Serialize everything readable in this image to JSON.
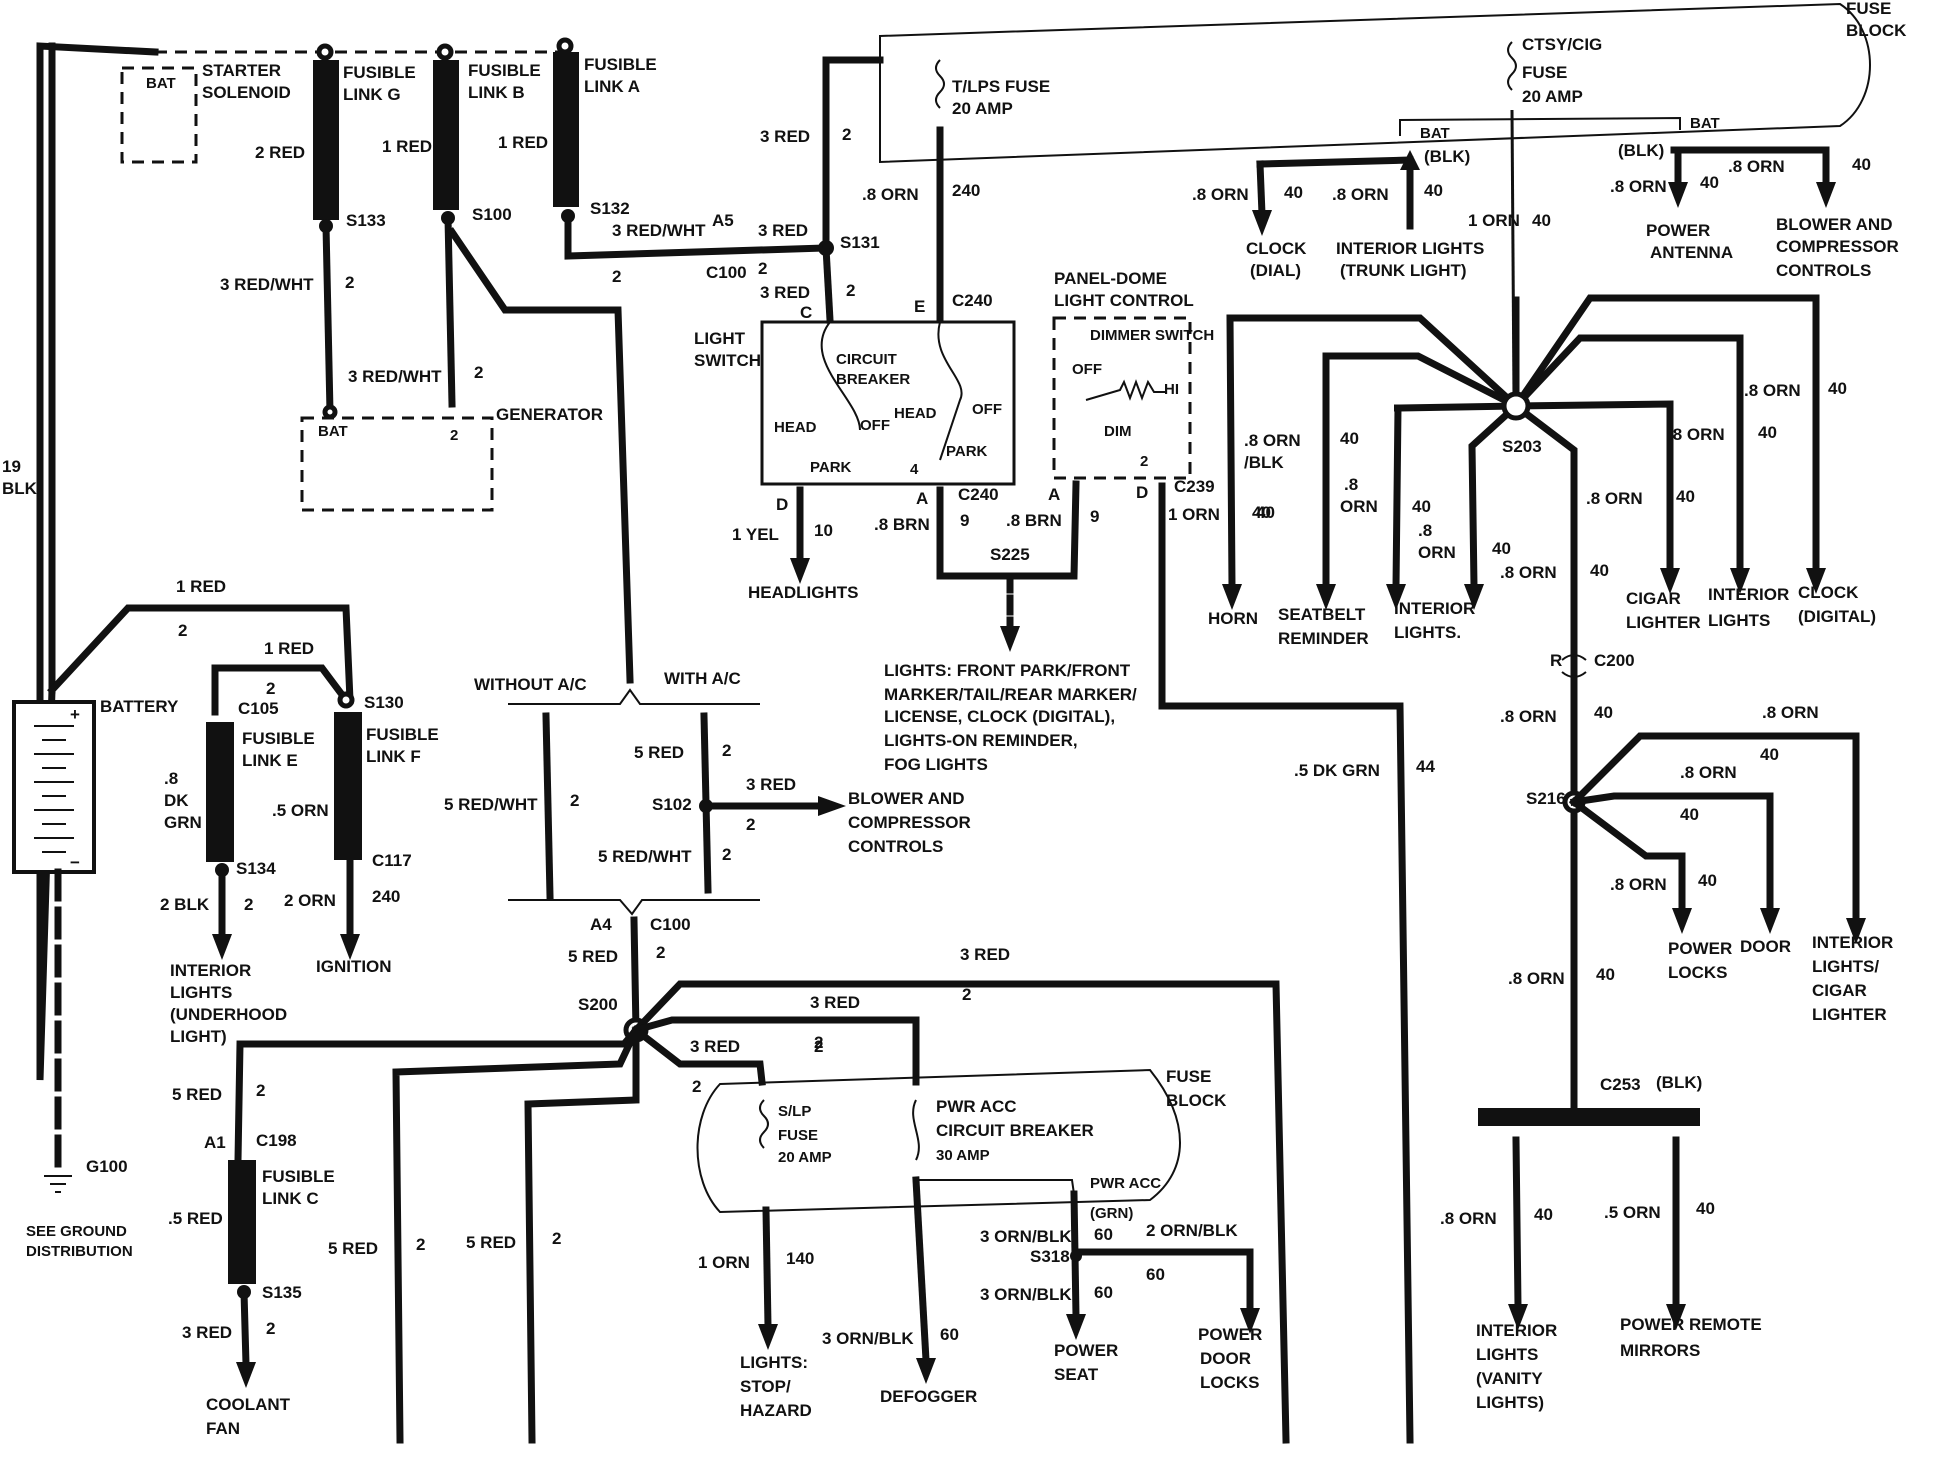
{
  "starter": {
    "bat": "BAT",
    "name1": "STARTER",
    "name2": "SOLENOID"
  },
  "fusible_links": {
    "g1": "FUSIBLE",
    "g2": "LINK G",
    "b1": "FUSIBLE",
    "b2": "LINK B",
    "a1": "FUSIBLE",
    "a2": "LINK A",
    "e1": "FUSIBLE",
    "e2": "LINK E",
    "f1": "FUSIBLE",
    "f2": "LINK F",
    "c1": "FUSIBLE",
    "c2": "LINK C"
  },
  "labels": {
    "red2": "2 RED",
    "red1a": "1 RED",
    "red1b": "1 RED",
    "s133": "S133",
    "s100": "S100",
    "s132": "S132",
    "s131": "S131",
    "redwht3a": "3 RED/WHT",
    "two_a": "2",
    "redwht3b": "3 RED/WHT",
    "two_b": "2",
    "redwht3c": "3 RED/WHT",
    "a5": "A5",
    "red3a": "3 RED",
    "c100a": "C100",
    "two_c": "2",
    "two_d": "2",
    "red3b": "3 RED",
    "two_e": "2",
    "gen_bat": "BAT",
    "gen_2": "2",
    "generator": "GENERATOR",
    "blk19a": "19",
    "blk19b": "BLK",
    "red1c": "1 RED",
    "two_f": "2",
    "red1d": "1 RED",
    "two_g": "2",
    "battery": "BATTERY",
    "c105": "C105",
    "s130": "S130",
    "dkgrn1": ".8",
    "dkgrn2": "DK",
    "dkgrn3": "GRN",
    "orn5": ".5 ORN",
    "s134": "S134",
    "c117": "C117",
    "two_h": "240",
    "blk2": "2 BLK",
    "two_i": "2",
    "orn2": "2 ORN",
    "n240a": "240",
    "int1": "INTERIOR",
    "int2": "LIGHTS",
    "int3": "(UNDERHOOD",
    "int4": "LIGHT)",
    "ignition": "IGNITION",
    "g100": "G100",
    "seeground1": "SEE GROUND",
    "seeground2": "DISTRIBUTION",
    "red3c": "3 RED",
    "two_j": "2",
    "orn8a": ".8 ORN",
    "n240b": "240",
    "tlps1": "T/LPS FUSE",
    "tlps2": "20 AMP",
    "ctsy1": "CTSY/CIG",
    "ctsy2": "FUSE",
    "ctsy3": "20 AMP",
    "fb1": "FUSE",
    "fb2": "BLOCK",
    "bat_a": "BAT",
    "bat_b": "BAT",
    "blk_a": "(BLK)",
    "blk_b": "(BLK)",
    "c240a": "C240",
    "c_pin": "C",
    "e_pin": "E",
    "ls1": "LIGHT",
    "ls2": "SWITCH",
    "cb1": "CIRCUIT",
    "cb2": "BREAKER",
    "head1": "HEAD",
    "off1": "OFF",
    "park1": "PARK",
    "head2": "HEAD",
    "off2": "OFF",
    "park2": "PARK",
    "pin4": "4",
    "pd1": "PANEL-DOME",
    "pd2": "LIGHT CONTROL",
    "dimmer": "DIMMER SWITCH",
    "off3": "OFF",
    "hi": "HI",
    "dim": "DIM",
    "pin2": "2",
    "c239": "C239",
    "orn1a": "1 ORN",
    "pin_d1": "D",
    "pin_a1": "A",
    "pin_a2": "A",
    "pin_d2": "D",
    "c240b": "C240",
    "yel1": "1 YEL",
    "n10": "10",
    "brn8a": ".8 BRN",
    "n9a": "9",
    "brn8b": ".8 BRN",
    "n9b": "9",
    "headlights": "HEADLIGHTS",
    "s225": "S225",
    "lt1": "LIGHTS: FRONT PARK/FRONT",
    "lt2": "MARKER/TAIL/REAR MARKER/",
    "lt3": "LICENSE, CLOCK (DIGITAL),",
    "lt4": "LIGHTS-ON REMINDER,",
    "lt5": "FOG LIGHTS",
    "orn8b": ".8 ORN",
    "n40a": "40",
    "orn8c": ".8 ORN",
    "n40b": "40",
    "clock1": "CLOCK",
    "clock2": "(DIAL)",
    "il1": "INTERIOR LIGHTS",
    "il2": "(TRUNK LIGHT)",
    "orn1b": "1 ORN",
    "n40c": "40",
    "orn8d": ".8 ORN",
    "n40d": "40",
    "orn8e": ".8 ORN",
    "n40e": "40",
    "pa1": "POWER",
    "pa2": "ANTENNA",
    "bc1": "BLOWER AND",
    "bc2": "COMPRESSOR",
    "bc3": "CONTROLS",
    "s203": "S203",
    "orn8f": ".8 ORN",
    "blk_c": "/BLK",
    "n40f": "40",
    "orn8g1": ".8",
    "orn8g2": "ORN",
    "n40g": "40",
    "n40h": "40",
    "orn8h1": ".8",
    "orn8h2": "ORN",
    "n40i": "40",
    "orn8i": ".8 ORN",
    "n40j": "40",
    "orn8j": ".8 ORN",
    "n40k": "40",
    "orn8k": ".8 ORN",
    "n40l": "40",
    "orn8l": ".8 ORN",
    "n40m": "40",
    "horn": "HORN",
    "sb1": "SEATBELT",
    "sb2": "REMINDER",
    "il3": "INTERIOR",
    "il4": "LIGHTS.",
    "cig1": "CIGAR",
    "cig2": "LIGHTER",
    "il5": "INTERIOR",
    "il6": "LIGHTS",
    "cd1": "CLOCK",
    "cd2": "(DIGITAL)",
    "r_pin": "R",
    "c200": "C200",
    "orn8m": ".8 ORN",
    "n40n": "40",
    "orn8n": ".8 ORN",
    "n40o": "40",
    "orn8o": ".8 ORN",
    "n40p": "40",
    "s216": "S216",
    "orn8p": ".8 ORN",
    "n40q": "40",
    "pl1": "POWER",
    "pl2": "LOCKS",
    "door": "DOOR",
    "ilc1": "INTERIOR",
    "ilc2": "LIGHTS/",
    "ilc3": "CIGAR",
    "ilc4": "LIGHTER",
    "orn8q": ".8 ORN",
    "n40r": "40",
    "c253": "C253",
    "blk_d": "(BLK)",
    "orn8r": ".8 ORN",
    "n40s": "40",
    "orn5b": ".5 ORN",
    "n40t": "40",
    "ilv1": "INTERIOR",
    "ilv2": "LIGHTS",
    "ilv3": "(VANITY",
    "ilv4": "LIGHTS)",
    "prm1": "POWER REMOTE",
    "prm2": "MIRRORS",
    "dkgrn5": ".5 DK GRN",
    "n44": "44",
    "without": "WITHOUT A/C",
    "with": "WITH A/C",
    "redwht5a": "5 RED/WHT",
    "two_k": "2",
    "red5a": "5 RED",
    "two_l": "2",
    "s102": "S102",
    "red3d": "3 RED",
    "two_m": "2",
    "redwht5b": "5 RED/WHT",
    "two_n": "2",
    "bc4": "BLOWER AND",
    "bc5": "COMPRESSOR",
    "bc6": "CONTROLS",
    "a4": "A4",
    "c100b": "C100",
    "red5b": "5 RED",
    "two_o": "2",
    "s200": "S200",
    "red3e": "3 RED",
    "two_p": "2",
    "red3f": "3 RED",
    "two_q": "2",
    "red3g": "3 RED",
    "two_r": "2",
    "two_s": "2",
    "red5c": "5 RED",
    "two_t": "2",
    "a1": "A1",
    "c198": "C198",
    "red5d": ".5 RED",
    "s135": "S135",
    "red3h": "3 RED",
    "two_u": "2",
    "cf1": "COOLANT",
    "cf2": "FAN",
    "red5e": "5 RED",
    "two_v": "2",
    "red5f": "5 RED",
    "two_w": "2",
    "slp1": "S/LP",
    "slp2": "FUSE",
    "slp3": "20 AMP",
    "pwr1": "PWR ACC",
    "pwr2": "CIRCUIT BREAKER",
    "pwr3": "30 AMP",
    "fb3": "FUSE",
    "fb4": "BLOCK",
    "pwracc": "PWR ACC",
    "grn": "(GRN)",
    "orn1c": "1 ORN",
    "n140": "140",
    "ornblk3a": "3 ORN/BLK",
    "n60a": "60",
    "ornblk2": "2 ORN/BLK",
    "s318": "S318",
    "n60b": "60",
    "ornblk3b": "3 ORN/BLK",
    "n60c": "60",
    "ornblk3c": "3 ORN/BLK",
    "n60d": "60",
    "lsh1": "LIGHTS:",
    "lsh2": "STOP/",
    "lsh3": "HAZARD",
    "defogger": "DEFOGGER",
    "ps1": "POWER",
    "ps2": "SEAT",
    "pdl1": "POWER",
    "pdl2": "DOOR",
    "pdl3": "LOCKS"
  }
}
